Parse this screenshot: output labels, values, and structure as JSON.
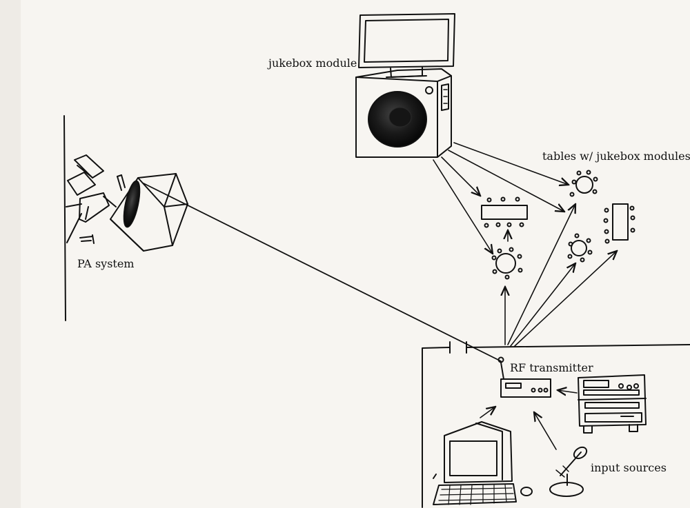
{
  "labels": {
    "jukebox_module": "jukebox module",
    "tables": "tables w/ jukebox modules",
    "pa_system": "PA system",
    "rf_transmitter": "RF transmitter",
    "input_sources": "input sources"
  }
}
